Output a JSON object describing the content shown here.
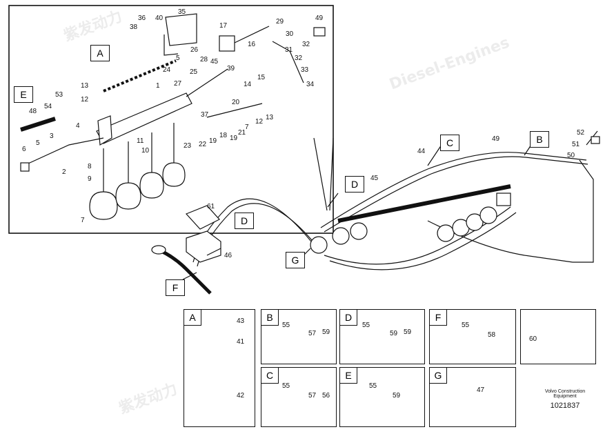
{
  "watermark": {
    "brand_cn": "紫发动力",
    "brand_en": "Diesel-Engines"
  },
  "callout_letters": {
    "detail_a": "A",
    "detail_e": "E",
    "main_c": "C",
    "main_b": "B",
    "main_d": "D",
    "main_d2": "D",
    "main_g": "G",
    "main_f": "F"
  },
  "part_numbers": {
    "detail": [
      "36",
      "40",
      "35",
      "38",
      "5",
      "17",
      "29",
      "49",
      "30",
      "32",
      "26",
      "16",
      "31",
      "28",
      "45",
      "32",
      "24",
      "25",
      "39",
      "15",
      "33",
      "14",
      "27",
      "34",
      "13",
      "53",
      "1",
      "12",
      "54",
      "20",
      "48",
      "37",
      "4",
      "13",
      "11",
      "12",
      "7",
      "10",
      "22",
      "19",
      "21",
      "23",
      "19",
      "18",
      "3",
      "5",
      "6",
      "2",
      "8",
      "9",
      "7"
    ],
    "main": [
      "44",
      "49",
      "52",
      "51",
      "50",
      "45",
      "61",
      "46"
    ]
  },
  "panels": [
    {
      "letter": "A",
      "labels": [
        "43",
        "41",
        "42"
      ]
    },
    {
      "letter": "B",
      "labels": [
        "55",
        "57",
        "59"
      ]
    },
    {
      "letter": "D",
      "labels": [
        "55",
        "59",
        "59"
      ]
    },
    {
      "letter": "F",
      "labels": [
        "55",
        "58"
      ]
    },
    {
      "letter": "",
      "labels": [
        "60"
      ]
    },
    {
      "letter": "C",
      "labels": [
        "55",
        "57",
        "56"
      ]
    },
    {
      "letter": "E",
      "labels": [
        "55",
        "59"
      ]
    },
    {
      "letter": "G",
      "labels": [
        "47"
      ]
    }
  ],
  "footer": {
    "company_line1": "Volvo Construction",
    "company_line2": "Equipment",
    "drawing_number": "1021837"
  }
}
